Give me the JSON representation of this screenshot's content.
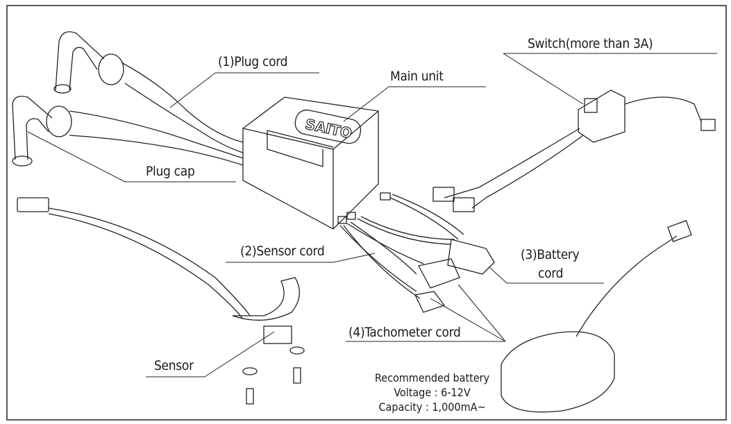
{
  "labels": {
    "plug_cord": "(1)Plug cord",
    "main_unit": "Main unit",
    "switch": "Switch(more than 3A)",
    "plug_cap": "Plug cap",
    "sensor_cord": "(2)Sensor cord",
    "battery_cord_line1": "(3)Battery",
    "battery_cord_line2": "cord",
    "tachometer_cord": "(4)Tachometer cord",
    "sensor": "Sensor"
  },
  "battery_note": {
    "line1": "Recommended battery",
    "line2": "Voltage : 6-12V",
    "line3": "Capacity : 1,000mA~"
  },
  "logo": "SAITO"
}
